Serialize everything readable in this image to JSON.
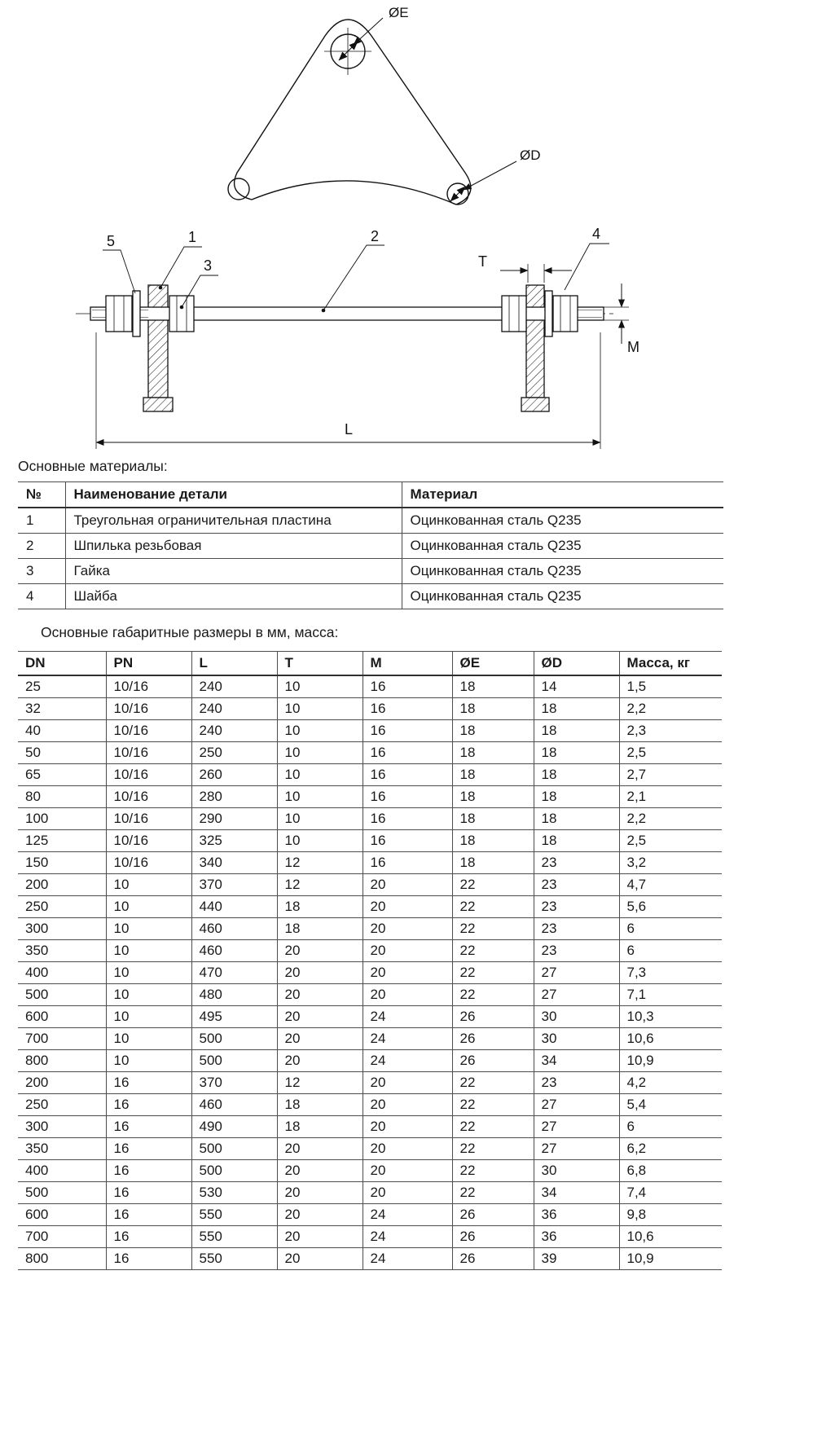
{
  "page": {
    "background": "#ffffff",
    "line_color": "#4d4d4d"
  },
  "drawing": {
    "hole_top_label": "ØE",
    "hole_bottom_label": "ØD",
    "callout_1": "1",
    "callout_2": "2",
    "callout_3": "3",
    "callout_4": "4",
    "callout_5": "5",
    "dim_t": "T",
    "dim_m": "M",
    "dim_l": "L"
  },
  "materials": {
    "title": "Основные материалы:",
    "headers": [
      "№",
      "Наименование детали",
      "Материал"
    ],
    "rows": [
      [
        "1",
        "Треугольная ограничительная пластина",
        "Оцинкованная сталь Q235"
      ],
      [
        "2",
        "Шпилька резьбовая",
        "Оцинкованная сталь Q235"
      ],
      [
        "3",
        "Гайка",
        "Оцинкованная сталь Q235"
      ],
      [
        "4",
        "Шайба",
        "Оцинкованная сталь Q235"
      ]
    ]
  },
  "dimensions": {
    "title": "Основные габаритные размеры в мм, масса:",
    "headers": [
      "DN",
      "PN",
      "L",
      "T",
      "M",
      "ØE",
      "ØD",
      "Масса, кг"
    ],
    "rows": [
      [
        "25",
        "10/16",
        "240",
        "10",
        "16",
        "18",
        "14",
        "1,5"
      ],
      [
        "32",
        "10/16",
        "240",
        "10",
        "16",
        "18",
        "18",
        "2,2"
      ],
      [
        "40",
        "10/16",
        "240",
        "10",
        "16",
        "18",
        "18",
        "2,3"
      ],
      [
        "50",
        "10/16",
        "250",
        "10",
        "16",
        "18",
        "18",
        "2,5"
      ],
      [
        "65",
        "10/16",
        "260",
        "10",
        "16",
        "18",
        "18",
        "2,7"
      ],
      [
        "80",
        "10/16",
        "280",
        "10",
        "16",
        "18",
        "18",
        "2,1"
      ],
      [
        "100",
        "10/16",
        "290",
        "10",
        "16",
        "18",
        "18",
        "2,2"
      ],
      [
        "125",
        "10/16",
        "325",
        "10",
        "16",
        "18",
        "18",
        "2,5"
      ],
      [
        "150",
        "10/16",
        "340",
        "12",
        "16",
        "18",
        "23",
        "3,2"
      ],
      [
        "200",
        "10",
        "370",
        "12",
        "20",
        "22",
        "23",
        "4,7"
      ],
      [
        "250",
        "10",
        "440",
        "18",
        "20",
        "22",
        "23",
        "5,6"
      ],
      [
        "300",
        "10",
        "460",
        "18",
        "20",
        "22",
        "23",
        "6"
      ],
      [
        "350",
        "10",
        "460",
        "20",
        "20",
        "22",
        "23",
        "6"
      ],
      [
        "400",
        "10",
        "470",
        "20",
        "20",
        "22",
        "27",
        "7,3"
      ],
      [
        "500",
        "10",
        "480",
        "20",
        "20",
        "22",
        "27",
        "7,1"
      ],
      [
        "600",
        "10",
        "495",
        "20",
        "24",
        "26",
        "30",
        "10,3"
      ],
      [
        "700",
        "10",
        "500",
        "20",
        "24",
        "26",
        "30",
        "10,6"
      ],
      [
        "800",
        "10",
        "500",
        "20",
        "24",
        "26",
        "34",
        "10,9"
      ],
      [
        "200",
        "16",
        "370",
        "12",
        "20",
        "22",
        "23",
        "4,2"
      ],
      [
        "250",
        "16",
        "460",
        "18",
        "20",
        "22",
        "27",
        "5,4"
      ],
      [
        "300",
        "16",
        "490",
        "18",
        "20",
        "22",
        "27",
        "6"
      ],
      [
        "350",
        "16",
        "500",
        "20",
        "20",
        "22",
        "27",
        "6,2"
      ],
      [
        "400",
        "16",
        "500",
        "20",
        "20",
        "22",
        "30",
        "6,8"
      ],
      [
        "500",
        "16",
        "530",
        "20",
        "20",
        "22",
        "34",
        "7,4"
      ],
      [
        "600",
        "16",
        "550",
        "20",
        "24",
        "26",
        "36",
        "9,8"
      ],
      [
        "700",
        "16",
        "550",
        "20",
        "24",
        "26",
        "36",
        "10,6"
      ],
      [
        "800",
        "16",
        "550",
        "20",
        "24",
        "26",
        "39",
        "10,9"
      ]
    ]
  }
}
